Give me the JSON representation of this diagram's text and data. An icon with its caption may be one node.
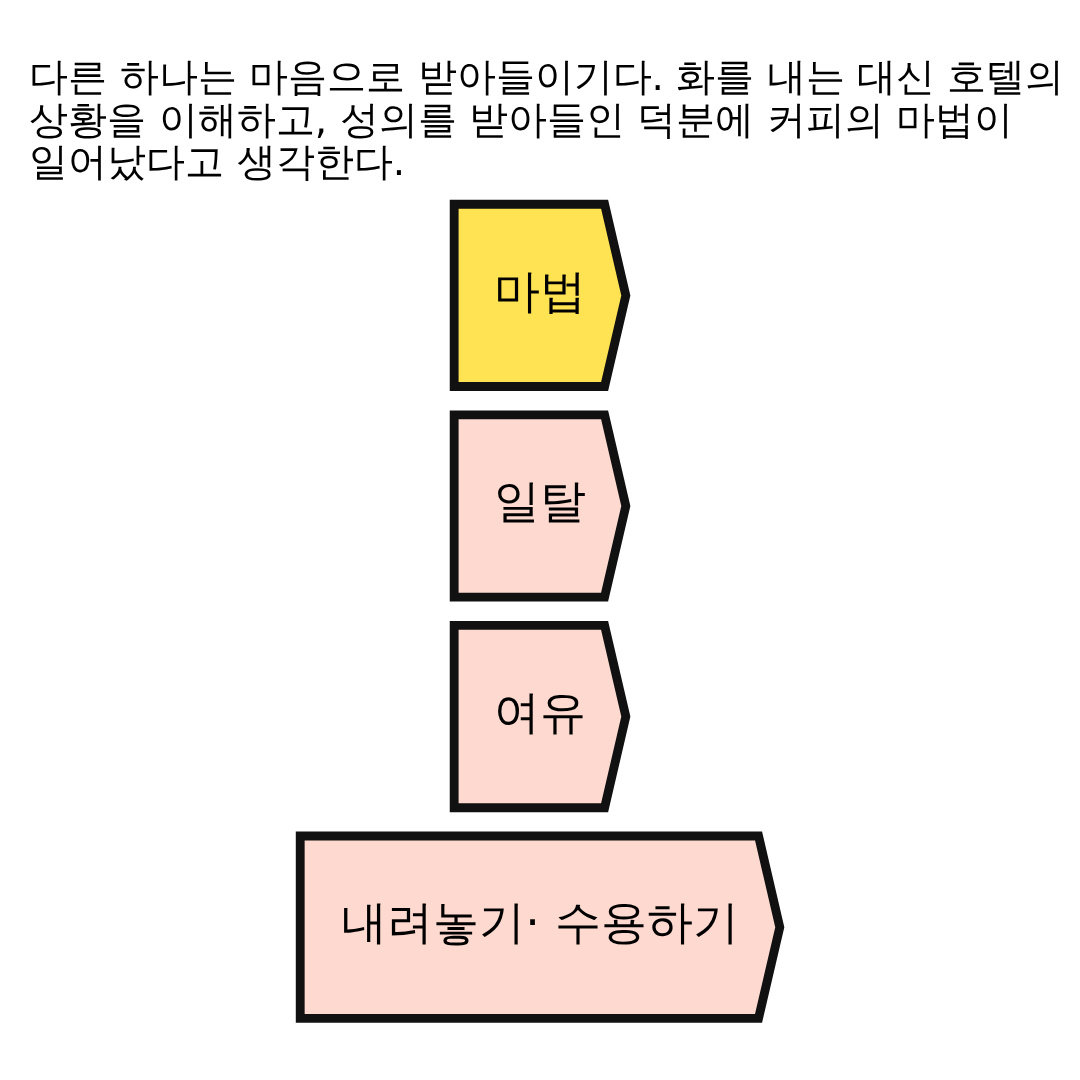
{
  "diagram": {
    "title": "다른 하나는 마음으로 받아들이기다. 화를 내는 대신 호텔의 상황을 이해하고, 성의를 받아들인 덕분에 커피의 마법이 일어났다고 생각한다.",
    "nodes": [
      {
        "text": [
          "내려놓기· 수용하기"
        ]
      },
      {
        "text": [
          "여유"
        ]
      },
      {
        "text": [
          "일탈"
        ]
      },
      {
        "text": [
          "마법"
        ]
      }
    ]
  }
}
